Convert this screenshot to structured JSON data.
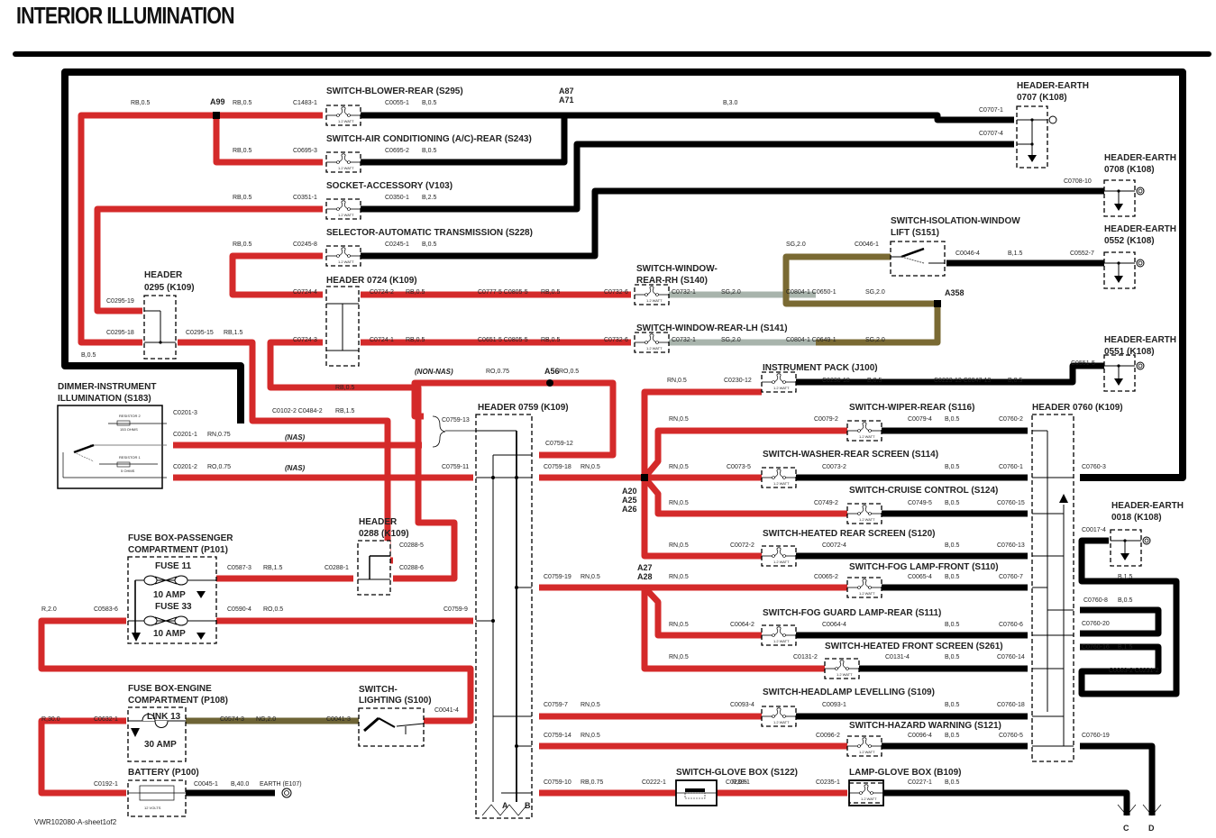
{
  "title": "INTERIOR ILLUMINATION",
  "doc_ref": "VWR102080-A-sheet1of2",
  "colors": {
    "red_wire": "#d42a2a",
    "black_wire": "#000000",
    "sg_wire": "#a8b4ac",
    "brown_wire": "#7a6a33",
    "ng_wire": "#6e6436"
  },
  "components": {
    "s295": "SWITCH-BLOWER-REAR (S295)",
    "s243": "SWITCH-AIR CONDITIONING (A/C)-REAR (S243)",
    "v103": "SOCKET-ACCESSORY (V103)",
    "s228": "SELECTOR-AUTOMATIC TRANSMISSION (S228)",
    "h0724": "HEADER 0724 (K109)",
    "h0295_l1": "HEADER",
    "h0295_l2": "0295 (K109)",
    "s140_l1": "SWITCH-WINDOW-",
    "s140_l2": "REAR-RH (S140)",
    "s141": "SWITCH-WINDOW-REAR-LH (S141)",
    "s151_l1": "SWITCH-ISOLATION-WINDOW",
    "s151_l2": "LIFT (S151)",
    "he0707_l1": "HEADER-EARTH",
    "he0707_l2": "0707 (K108)",
    "he0708_l1": "HEADER-EARTH",
    "he0708_l2": "0708 (K108)",
    "he0552_l1": "HEADER-EARTH",
    "he0552_l2": "0552 (K108)",
    "he0551_l1": "HEADER-EARTH",
    "he0551_l2": "0551 (K108)",
    "he0018_l1": "HEADER-EARTH",
    "he0018_l2": "0018 (K108)",
    "s183_l1": "DIMMER-INSTRUMENT",
    "s183_l2": "ILLUMINATION (S183)",
    "resistor2": "RESISTOR 2",
    "resistor2_val": "153 OHMS",
    "resistor1": "RESISTOR 1",
    "resistor1_val": "5 OHMS",
    "j100": "INSTRUMENT PACK (J100)",
    "h0759": "HEADER 0759 (K109)",
    "h0760": "HEADER 0760 (K109)",
    "s116": "SWITCH-WIPER-REAR (S116)",
    "s114": "SWITCH-WASHER-REAR SCREEN (S114)",
    "s124": "SWITCH-CRUISE CONTROL (S124)",
    "s120": "SWITCH-HEATED REAR SCREEN (S120)",
    "s110": "SWITCH-FOG LAMP-FRONT (S110)",
    "s111": "SWITCH-FOG GUARD LAMP-REAR (S111)",
    "s261": "SWITCH-HEATED FRONT SCREEN (S261)",
    "s109": "SWITCH-HEADLAMP LEVELLING (S109)",
    "s121": "SWITCH-HAZARD WARNING (S121)",
    "s122": "SWITCH-GLOVE BOX (S122)",
    "b109": "LAMP-GLOVE BOX (B109)",
    "h0288_l1": "HEADER",
    "h0288_l2": "0288 (K109)",
    "p101_l1": "FUSE BOX-PASSENGER",
    "p101_l2": "COMPARTMENT (P101)",
    "fuse11": "FUSE 11",
    "fuse11_rating": "10 AMP",
    "fuse33": "FUSE 33",
    "fuse33_rating": "10 AMP",
    "p108_l1": "FUSE BOX-ENGINE",
    "p108_l2": "COMPARTMENT (P108)",
    "link13": "LINK 13",
    "link13_rating": "30 AMP",
    "s100_l1": "SWITCH-",
    "s100_l2": "LIGHTING (S100)",
    "p100": "BATTERY (P100)",
    "battery_voltage": "12 VOLTS",
    "e107": "EARTH (E107)",
    "bulb_rating": "1.2 WATT"
  },
  "splices": {
    "a99": "A99",
    "a87": "A87",
    "a71": "A71",
    "a358": "A358",
    "a56": "A56",
    "a20": "A20",
    "a25": "A25",
    "a26": "A26",
    "a27": "A27",
    "a28": "A28"
  },
  "notes": {
    "non_nas": "(NON-NAS)",
    "nas1": "(NAS)",
    "nas2": "(NAS)",
    "conn_a": "A",
    "conn_b": "B",
    "conn_c": "C",
    "conn_d": "D"
  },
  "wire_labels": {
    "w1": "RB,0.5",
    "w2": "RB,0.5",
    "w3": "RB,0.5",
    "w4": "RB,0.5",
    "w5": "RB,0.5",
    "w6": "B,0.5",
    "w7": "B,0.5",
    "w8": "B,2.5",
    "w9": "B,0.5",
    "w10": "B,3.0",
    "w11": "RB,0.5",
    "w12": "RB,0.5",
    "w13": "RB,0.5",
    "w14": "RB,0.5",
    "w15": "SG,2.0",
    "w16": "SG,2.0",
    "w17": "SG,2.0",
    "w18": "SG,2.0",
    "w19": "SG,2.0",
    "w20": "B,1.5",
    "w21": "RB,1.5",
    "w22": "B,0.5",
    "w23": "RB,0.5",
    "w24": "RB,1.5",
    "w25": "RN,0.75",
    "w26": "RO,0.75",
    "w27": "RO,0.75",
    "w28": "RO,0.5",
    "w29": "RN,0.5",
    "w30": "B,0.5",
    "w31": "B,0.5",
    "w32": "RN,0.5",
    "w33": "B,0.5",
    "w34": "RN,0.5",
    "w35": "RN,0.5",
    "w36": "B,0.5",
    "w37": "RN,0.5",
    "w38": "B,0.5",
    "w39": "RN,0.5",
    "w40": "B,0.5",
    "w41": "RN,0.5",
    "w42": "RN,0.5",
    "w43": "B,0.5",
    "w44": "RN,0.5",
    "w45": "B,0.5",
    "w46": "RN,0.5",
    "w47": "B,0.5",
    "w48": "RN,0.5",
    "w49": "B,0.5",
    "w50": "RN,0.5",
    "w51": "B,0.5",
    "w52": "RB,0.75",
    "w53": "R,0.5",
    "w54": "B,0.5",
    "w55": "RB,1.5",
    "w56": "R,2.0",
    "w57": "RO,0.5",
    "w58": "R,30.0",
    "w59": "NG,2.0",
    "w60": "B,40.0",
    "w61": "B,1.5",
    "w62": "B,0.5",
    "w63": "B,1.5",
    "w64": "B,0.5"
  },
  "connectors": {
    "c1483_1": "C1483-1",
    "c0055_1": "C0055-1",
    "c0695_3": "C0695-3",
    "c0695_2": "C0695-2",
    "c0351_1": "C0351-1",
    "c0350_1": "C0350-1",
    "c0245_8": "C0245-8",
    "c0245_1": "C0245-1",
    "c0707_1": "C0707-1",
    "c0707_4": "C0707-4",
    "c0708_10": "C0708-10",
    "c0724_4": "C0724-4",
    "c0724_2": "C0724-2",
    "c0724_3": "C0724-3",
    "c0724_1": "C0724-1",
    "c0777_5": "C0777-5 C0805-5",
    "c0651_5": "C0651-5 C0805-5",
    "c0732_6a": "C0732-6",
    "c0732_1a": "C0732-1",
    "c0732_6b": "C0732-6",
    "c0732_1b": "C0732-1",
    "c0804_1a": "C0804-1 C0650-1",
    "c0804_1b": "C0804-1 C0649-1",
    "c0046_1": "C0046-1",
    "c0046_4": "C0046-4",
    "c0552_7": "C0552-7",
    "c0295_19": "C0295-19",
    "c0295_18": "C0295-18",
    "c0295_15": "C0295-15",
    "c0201_3": "C0201-3",
    "c0201_1": "C0201-1",
    "c0201_2": "C0201-2",
    "c0102_2": "C0102-2 C0484-2",
    "c0759_13": "C0759-13",
    "c0759_11": "C0759-11",
    "c0759_12": "C0759-12",
    "c0759_18": "C0759-18",
    "c0759_19": "C0759-19",
    "c0759_9": "C0759-9",
    "c0759_7": "C0759-7",
    "c0759_14": "C0759-14",
    "c0759_10": "C0759-10",
    "c0230_12": "C0230-12",
    "c0230_18": "C0230-18",
    "c0223_13": "C0223-13 C0047-13",
    "c0551_5": "C0551-5",
    "c0079_2": "C0079-2",
    "c0079_4": "C0079-4",
    "c0760_2": "C0760-2",
    "c0073_5": "C0073-5",
    "c0073_2": "C0073-2",
    "c0760_1": "C0760-1",
    "c0760_3": "C0760-3",
    "c0749_2": "C0749-2",
    "c0749_5": "C0749-5",
    "c0760_15": "C0760-15",
    "c0072_2": "C0072-2",
    "c0072_4": "C0072-4",
    "c0760_13": "C0760-13",
    "c0065_2": "C0065-2",
    "c0065_4": "C0065-4",
    "c0760_7": "C0760-7",
    "c0064_2": "C0064-2",
    "c0064_4": "C0064-4",
    "c0760_6": "C0760-6",
    "c0131_2": "C0131-2",
    "c0131_4": "C0131-4",
    "c0760_14": "C0760-14",
    "c0093_4": "C0093-4",
    "c0093_1": "C0093-1",
    "c0760_18": "C0760-18",
    "c0096_2": "C0096-2",
    "c0096_4": "C0096-4",
    "c0760_5": "C0760-5",
    "c0222_1": "C0222-1",
    "c0238_1": "C0238-1",
    "c0235_1": "C0235-1",
    "c0227_1": "C0227-1",
    "c0017_4": "C0017-4",
    "c0760_8": "C0760-8",
    "c0760_20": "C0760-20",
    "c0760_16": "C0760-16",
    "c0083_2": "C0083-2 C0231-2",
    "c0760_19": "C0760-19",
    "c0587_3": "C0587-3",
    "c0288_1": "C0288-1",
    "c0288_5": "C0288-5",
    "c0288_6": "C0288-6",
    "c0583_6": "C0583-6",
    "c0590_4": "C0590-4",
    "c0632_1": "C0632-1",
    "c0574_3": "C0574-3",
    "c0041_3": "C0041-3",
    "c0041_4": "C0041-4",
    "c0192_1": "C0192-1",
    "c0045_1": "C0045-1"
  }
}
